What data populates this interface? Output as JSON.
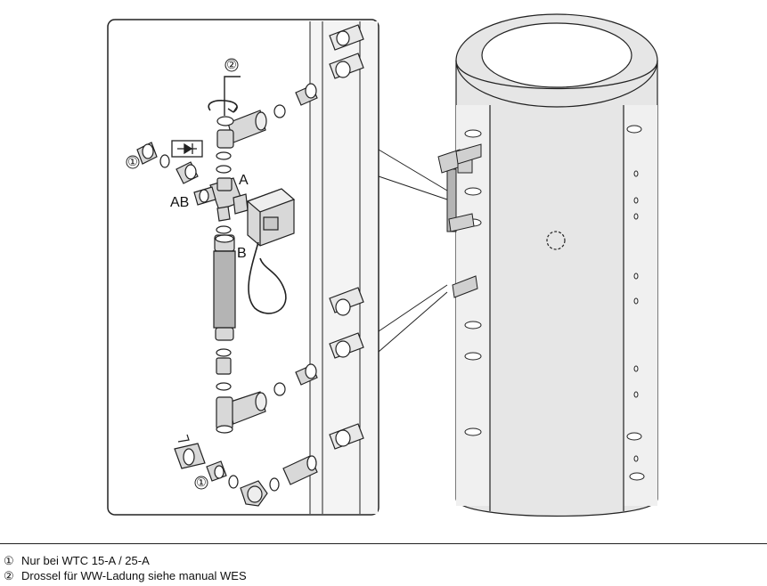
{
  "callouts": {
    "marker_1": "①",
    "marker_2": "②",
    "port_a": "A",
    "port_ab": "AB",
    "port_b": "B"
  },
  "legend": [
    {
      "marker": "①",
      "text": "Nur bei WTC 15-A / 25-A"
    },
    {
      "marker": "②",
      "text": "Drossel für WW-Ladung siehe manual WES"
    }
  ],
  "colors": {
    "line": "#222222",
    "tank_fill": "#e6e6e6",
    "part_fill": "#d8d8d8",
    "heater_fill": "#b4b4b4",
    "wall_fill": "#f4f4f4"
  }
}
